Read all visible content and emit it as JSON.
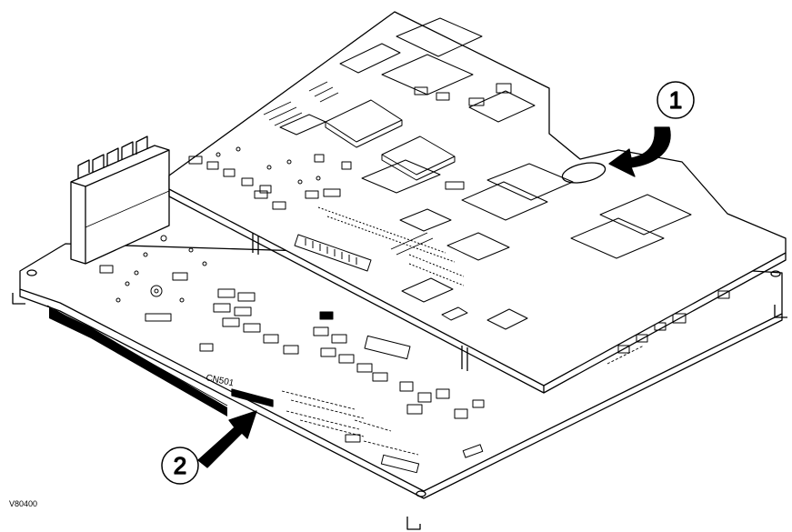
{
  "callouts": [
    {
      "number": "1"
    },
    {
      "number": "2"
    }
  ],
  "connector_label": "CN501",
  "figure_code": "V80400",
  "colors": {
    "line": "#000000",
    "background": "#ffffff"
  }
}
